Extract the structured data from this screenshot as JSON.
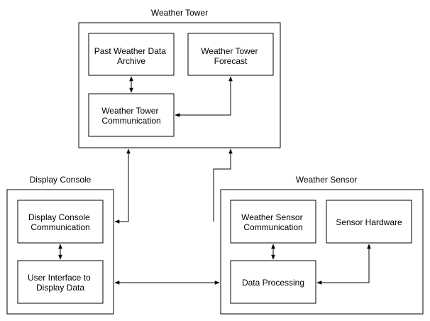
{
  "groups": {
    "tower": {
      "title": "Weather Tower"
    },
    "console": {
      "title": "Display Console"
    },
    "sensor": {
      "title": "Weather Sensor"
    }
  },
  "nodes": {
    "archive": {
      "lines": [
        "Past Weather Data",
        "Archive"
      ]
    },
    "forecast": {
      "lines": [
        "Weather Tower",
        "Forecast"
      ]
    },
    "tower_comm": {
      "lines": [
        "Weather Tower",
        "Communication"
      ]
    },
    "console_comm": {
      "lines": [
        "Display Console",
        "Communication"
      ]
    },
    "ui_display": {
      "lines": [
        "User Interface to",
        "Display Data"
      ]
    },
    "sensor_comm": {
      "lines": [
        "Weather Sensor",
        "Communication"
      ]
    },
    "sensor_hw": {
      "lines": [
        "Sensor Hardware"
      ]
    },
    "data_proc": {
      "lines": [
        "Data Processing"
      ]
    }
  },
  "edges": [
    {
      "from": "archive",
      "to": "tower_comm",
      "arrows": "both"
    },
    {
      "from": "tower_comm",
      "to": "forecast",
      "arrows": "both"
    },
    {
      "from": "console_comm",
      "to": "tower",
      "arrows": "both"
    },
    {
      "from": "console_comm",
      "to": "ui_display",
      "arrows": "both"
    },
    {
      "from": "ui_display",
      "to": "sensor",
      "arrows": "both"
    },
    {
      "from": "sensor_comm",
      "to": "tower",
      "arrows": "end"
    },
    {
      "from": "sensor_comm",
      "to": "data_proc",
      "arrows": "both"
    },
    {
      "from": "data_proc",
      "to": "sensor_hw",
      "arrows": "both"
    }
  ]
}
